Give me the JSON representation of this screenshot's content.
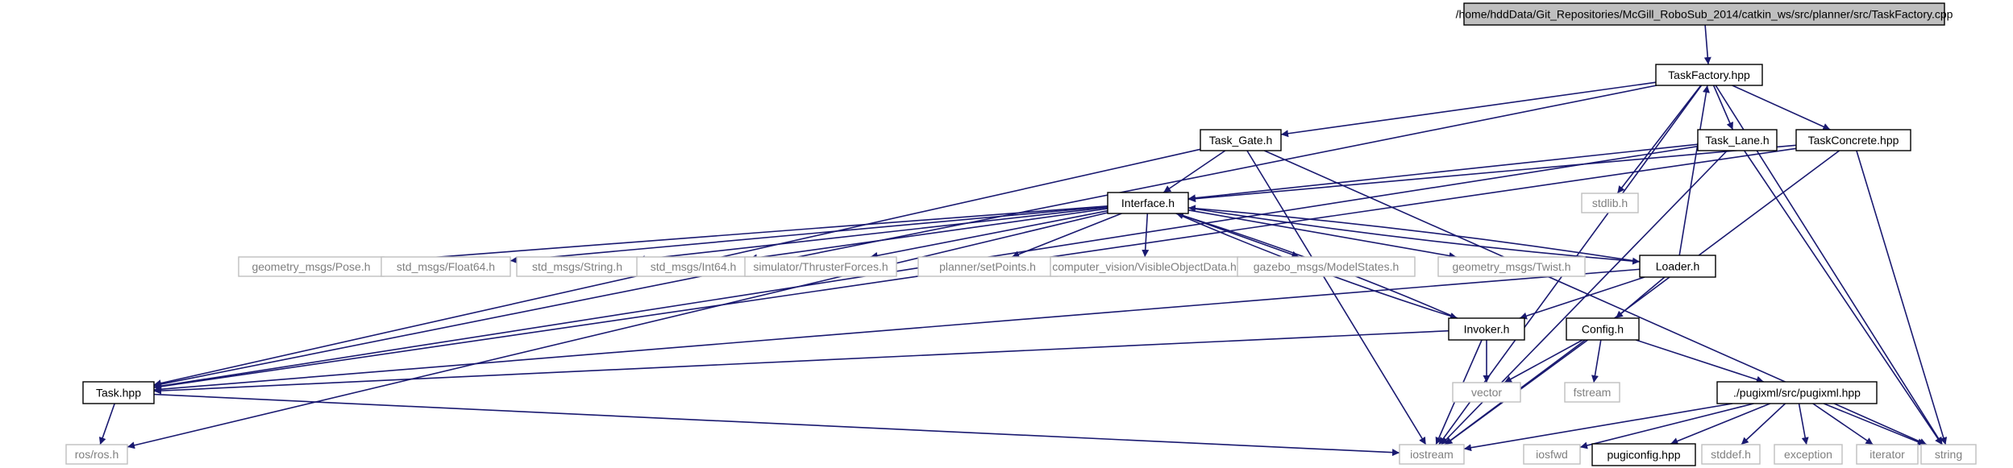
{
  "colors": {
    "edge": "#191970",
    "root_fill": "#bfbfbf",
    "node_border": "#000000",
    "external_border": "#bfbfbf",
    "external_text": "#7f7f7f",
    "text": "#000000"
  },
  "nodes": [
    {
      "id": "root",
      "label": "/home/hddData/Git_Repositories/McGill_RoboSub_2014/catkin_ws/src/planner/src/TaskFactory.cpp",
      "kind": "root"
    },
    {
      "id": "taskfactory",
      "label": "TaskFactory.hpp",
      "kind": "documented"
    },
    {
      "id": "taskgate",
      "label": "Task_Gate.h",
      "kind": "documented"
    },
    {
      "id": "stdlib",
      "label": "stdlib.h",
      "kind": "external"
    },
    {
      "id": "tasklane",
      "label": "Task_Lane.h",
      "kind": "documented"
    },
    {
      "id": "taskconcrete",
      "label": "TaskConcrete.hpp",
      "kind": "documented"
    },
    {
      "id": "interface",
      "label": "Interface.h",
      "kind": "documented"
    },
    {
      "id": "pose",
      "label": "geometry_msgs/Pose.h",
      "kind": "external"
    },
    {
      "id": "float64",
      "label": "std_msgs/Float64.h",
      "kind": "external"
    },
    {
      "id": "string_h",
      "label": "std_msgs/String.h",
      "kind": "external"
    },
    {
      "id": "int64",
      "label": "std_msgs/Int64.h",
      "kind": "external"
    },
    {
      "id": "thruster",
      "label": "simulator/ThrusterForces.h",
      "kind": "external"
    },
    {
      "id": "setpoints",
      "label": "planner/setPoints.h",
      "kind": "external"
    },
    {
      "id": "visible",
      "label": "computer_vision/VisibleObjectData.h",
      "kind": "external"
    },
    {
      "id": "modelstates",
      "label": "gazebo_msgs/ModelStates.h",
      "kind": "external"
    },
    {
      "id": "twist",
      "label": "geometry_msgs/Twist.h",
      "kind": "external"
    },
    {
      "id": "loader",
      "label": "Loader.h",
      "kind": "documented"
    },
    {
      "id": "invoker",
      "label": "Invoker.h",
      "kind": "documented"
    },
    {
      "id": "config",
      "label": "Config.h",
      "kind": "documented"
    },
    {
      "id": "task",
      "label": "Task.hpp",
      "kind": "documented"
    },
    {
      "id": "vector",
      "label": "vector",
      "kind": "external"
    },
    {
      "id": "fstream",
      "label": "fstream",
      "kind": "external"
    },
    {
      "id": "pugixml",
      "label": "./pugixml/src/pugixml.hpp",
      "kind": "documented"
    },
    {
      "id": "rosros",
      "label": "ros/ros.h",
      "kind": "external"
    },
    {
      "id": "iostream",
      "label": "iostream",
      "kind": "external"
    },
    {
      "id": "iosfwd",
      "label": "iosfwd",
      "kind": "external"
    },
    {
      "id": "pugiconfig",
      "label": "pugiconfig.hpp",
      "kind": "documented"
    },
    {
      "id": "stddef",
      "label": "stddef.h",
      "kind": "external"
    },
    {
      "id": "exception",
      "label": "exception",
      "kind": "external"
    },
    {
      "id": "iterator",
      "label": "iterator",
      "kind": "external"
    },
    {
      "id": "string",
      "label": "string",
      "kind": "external"
    }
  ],
  "edges": [
    {
      "from": "root",
      "to": "taskfactory"
    },
    {
      "from": "taskfactory",
      "to": "taskgate"
    },
    {
      "from": "taskfactory",
      "to": "stdlib"
    },
    {
      "from": "taskfactory",
      "to": "tasklane"
    },
    {
      "from": "taskfactory",
      "to": "taskconcrete"
    },
    {
      "from": "taskfactory",
      "to": "task"
    },
    {
      "from": "taskfactory",
      "to": "iostream"
    },
    {
      "from": "taskfactory",
      "to": "string"
    },
    {
      "from": "taskgate",
      "to": "interface"
    },
    {
      "from": "taskgate",
      "to": "task"
    },
    {
      "from": "taskgate",
      "to": "iostream"
    },
    {
      "from": "taskgate",
      "to": "string"
    },
    {
      "from": "tasklane",
      "to": "interface"
    },
    {
      "from": "tasklane",
      "to": "task"
    },
    {
      "from": "tasklane",
      "to": "iostream"
    },
    {
      "from": "tasklane",
      "to": "string"
    },
    {
      "from": "taskconcrete",
      "to": "interface"
    },
    {
      "from": "taskconcrete",
      "to": "task"
    },
    {
      "from": "taskconcrete",
      "to": "iostream"
    },
    {
      "from": "taskconcrete",
      "to": "string"
    },
    {
      "from": "interface",
      "to": "pose"
    },
    {
      "from": "interface",
      "to": "float64"
    },
    {
      "from": "interface",
      "to": "string_h"
    },
    {
      "from": "interface",
      "to": "int64"
    },
    {
      "from": "interface",
      "to": "thruster"
    },
    {
      "from": "interface",
      "to": "setpoints"
    },
    {
      "from": "interface",
      "to": "visible"
    },
    {
      "from": "interface",
      "to": "modelstates"
    },
    {
      "from": "interface",
      "to": "twist"
    },
    {
      "from": "interface",
      "to": "loader"
    },
    {
      "from": "interface",
      "to": "invoker"
    },
    {
      "from": "interface",
      "to": "rosros"
    },
    {
      "from": "loader",
      "to": "interface"
    },
    {
      "from": "loader",
      "to": "taskfactory"
    },
    {
      "from": "loader",
      "to": "invoker"
    },
    {
      "from": "loader",
      "to": "config"
    },
    {
      "from": "loader",
      "to": "task"
    },
    {
      "from": "invoker",
      "to": "interface"
    },
    {
      "from": "invoker",
      "to": "task"
    },
    {
      "from": "invoker",
      "to": "vector"
    },
    {
      "from": "invoker",
      "to": "iostream"
    },
    {
      "from": "config",
      "to": "vector"
    },
    {
      "from": "config",
      "to": "fstream"
    },
    {
      "from": "config",
      "to": "iostream"
    },
    {
      "from": "config",
      "to": "pugixml"
    },
    {
      "from": "pugixml",
      "to": "iostream"
    },
    {
      "from": "pugixml",
      "to": "iosfwd"
    },
    {
      "from": "pugixml",
      "to": "pugiconfig"
    },
    {
      "from": "pugixml",
      "to": "stddef"
    },
    {
      "from": "pugixml",
      "to": "exception"
    },
    {
      "from": "pugixml",
      "to": "iterator"
    },
    {
      "from": "pugixml",
      "to": "string"
    },
    {
      "from": "task",
      "to": "rosros"
    },
    {
      "from": "task",
      "to": "iostream"
    }
  ]
}
